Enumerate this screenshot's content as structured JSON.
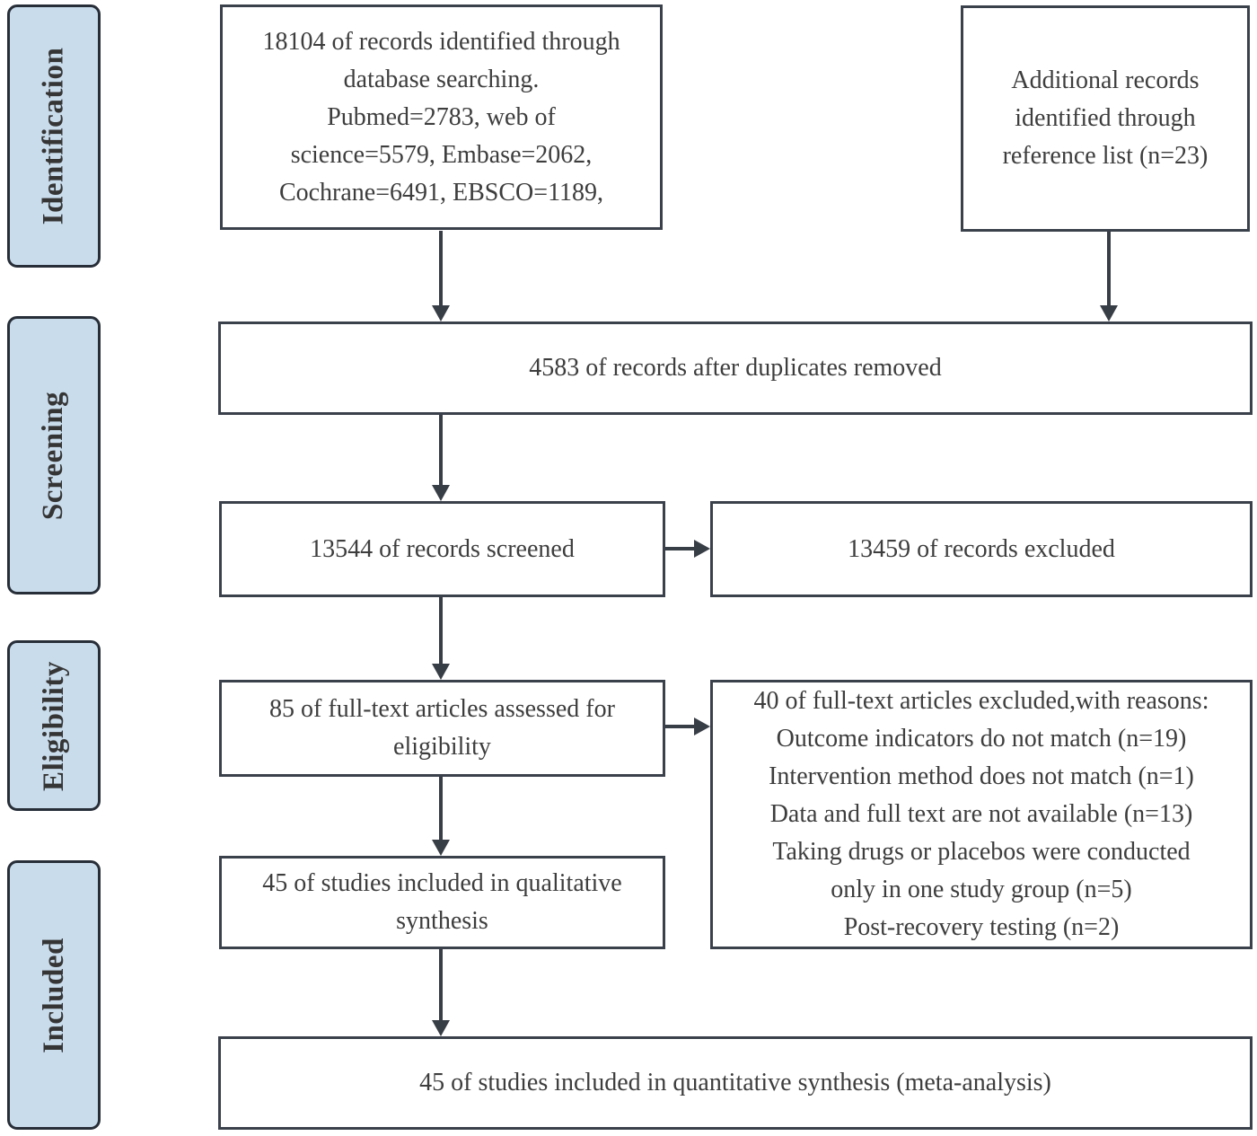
{
  "diagram": {
    "type": "prisma-flowchart",
    "stages": [
      {
        "label": "Identification"
      },
      {
        "label": "Screening"
      },
      {
        "label": "Eligibility"
      },
      {
        "label": "Included"
      }
    ],
    "nodes": {
      "identified": "18104 of records identified through\ndatabase searching.\nPubmed=2783, web of\nscience=5579, Embase=2062,\nCochrane=6491, EBSCO=1189,",
      "additional": "Additional records\nidentified through\nreference list (n=23)",
      "dedup": "4583 of records after duplicates removed",
      "screened": "13544 of records screened",
      "excluded": "13459 of records excluded",
      "assessed": "85 of full-text articles assessed for\neligibility",
      "fulltext_excluded": "40 of full-text articles excluded,with reasons:\nOutcome indicators do not match (n=19)\nIntervention method does not match (n=1)\nData and full text are not available (n=13)\nTaking drugs or placebos were conducted\nonly in one study group (n=5)\nPost-recovery testing (n=2)",
      "qualitative": "45 of studies included in qualitative\nsynthesis",
      "quantitative": "45 of studies included in quantitative synthesis (meta-analysis)"
    },
    "counts": {
      "records_identified": 18104,
      "pubmed": 2783,
      "web_of_science": 5579,
      "embase": 2062,
      "cochrane": 6491,
      "ebsco": 1189,
      "additional_reference_list": 23,
      "after_duplicates_removed": 4583,
      "records_screened": 13544,
      "records_excluded": 13459,
      "fulltext_assessed": 85,
      "fulltext_excluded": 40,
      "excluded_outcome_mismatch": 19,
      "excluded_intervention_mismatch": 1,
      "excluded_data_unavailable": 13,
      "excluded_one_group_drugs_placebo": 5,
      "excluded_post_recovery_testing": 2,
      "qualitative_synthesis": 45,
      "quantitative_synthesis": 45
    },
    "colors": {
      "stage_fill": "#c9dcec",
      "stage_border": "#272e38",
      "node_border": "#3b414b",
      "arrow": "#383e46",
      "text": "#3d3d3d",
      "background": "#ffffff"
    }
  }
}
